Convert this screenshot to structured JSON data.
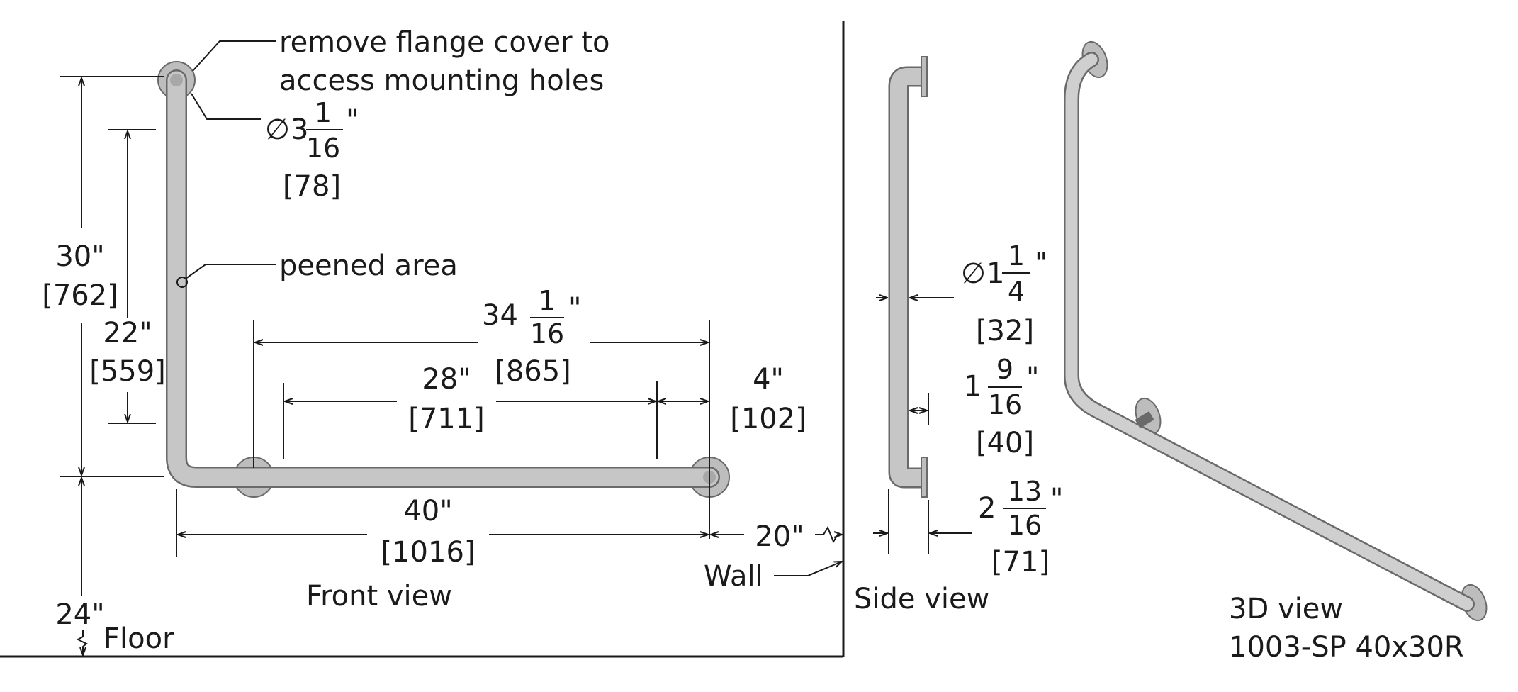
{
  "callouts": {
    "flange_line1": "remove flange cover to",
    "flange_line2": "access mounting holes",
    "peened": "peened area"
  },
  "front_view": {
    "title": "Front view",
    "flange_dia": {
      "symbol": "∅",
      "whole": "3",
      "num": "1",
      "den": "16",
      "unit": "\"",
      "metric": "[78]"
    },
    "height_30": {
      "imperial": "30\"",
      "metric": "[762]"
    },
    "height_22": {
      "imperial": "22\"",
      "metric": "[559]"
    },
    "width_34": {
      "whole": "34",
      "num": "1",
      "den": "16",
      "unit": "\"",
      "metric": "[865]"
    },
    "width_28": {
      "imperial": "28\"",
      "metric": "[711]"
    },
    "offset_4": {
      "imperial": "4\"",
      "metric": "[102]"
    },
    "width_40": {
      "imperial": "40\"",
      "metric": "[1016]"
    },
    "wall_gap": "20\"",
    "wall": "Wall",
    "floor_height": "24\"",
    "floor": "Floor"
  },
  "side_view": {
    "title": "Side view",
    "tube_dia": {
      "symbol": "∅",
      "whole": "1",
      "num": "1",
      "den": "4",
      "unit": "\"",
      "metric": "[32]"
    },
    "clearance": {
      "whole": "1",
      "num": "9",
      "den": "16",
      "unit": "\"",
      "metric": "[40]"
    },
    "projection": {
      "whole": "2",
      "num": "13",
      "den": "16",
      "unit": "\"",
      "metric": "[71]"
    }
  },
  "view_3d": {
    "title": "3D view",
    "model": "1003-SP 40x30R"
  },
  "colors": {
    "bar_fill": "#c6c6c6",
    "bar_edge": "#6a6a6a",
    "flange_fill": "#bdbdbd",
    "line": "#1a1a1a"
  }
}
